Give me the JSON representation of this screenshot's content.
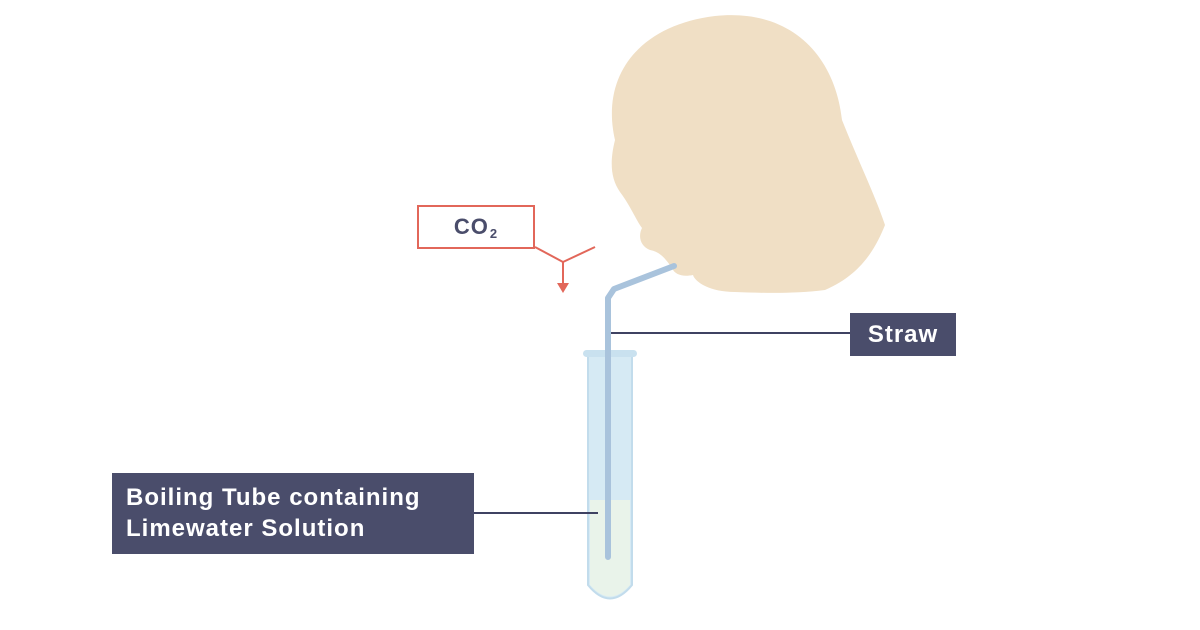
{
  "labels": {
    "straw": "Straw",
    "tube_line1": "Boiling Tube containing",
    "tube_line2": "Limewater Solution",
    "gas_main": "CO",
    "gas_subscript": "2"
  },
  "colors": {
    "label_background": "#4a4d6b",
    "label_text": "#ffffff",
    "gas_accent": "#e2675a",
    "head_fill": "#f0dfc5",
    "tube_fill": "#d6eaf4",
    "limewater_fill": "#e9f3ea",
    "straw_fill": "#a9c3dc",
    "leader_line": "#3f4262"
  }
}
